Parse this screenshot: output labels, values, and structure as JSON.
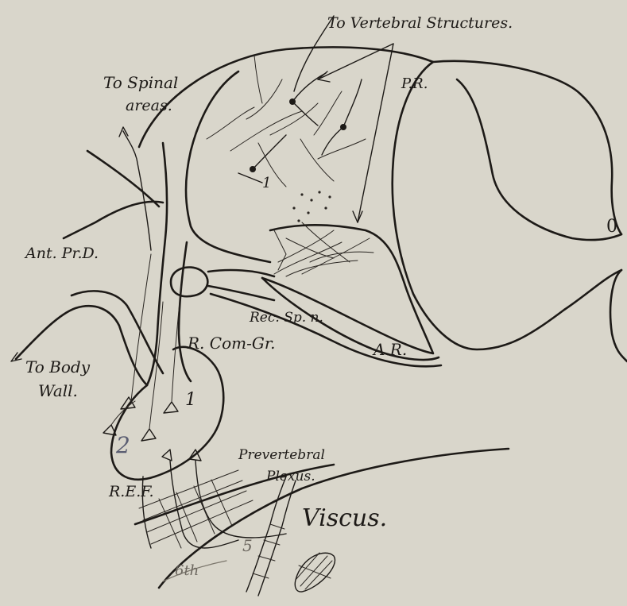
{
  "labels": {
    "vertebral": "To Vertebral Structures.",
    "spinal_areas_1": "To Spinal",
    "spinal_areas_2": "areas.",
    "pr": "P.R.",
    "ant_prd": "Ant. Pr.D.",
    "body_wall_1": "To Body",
    "body_wall_2": "Wall.",
    "rec_sp_n": "Rec. Sp. n.",
    "r_com_gr": "R. Com-Gr.",
    "ar": "A.R.",
    "zero": "0",
    "prevertebral_1": "Prevertebral",
    "prevertebral_2": "Plexus.",
    "ref": "R.E.F.",
    "viscus": "Viscus.",
    "num_1a": "1",
    "num_1b": "1",
    "num_2": "2",
    "num_5": "5",
    "num_6": "6th"
  }
}
